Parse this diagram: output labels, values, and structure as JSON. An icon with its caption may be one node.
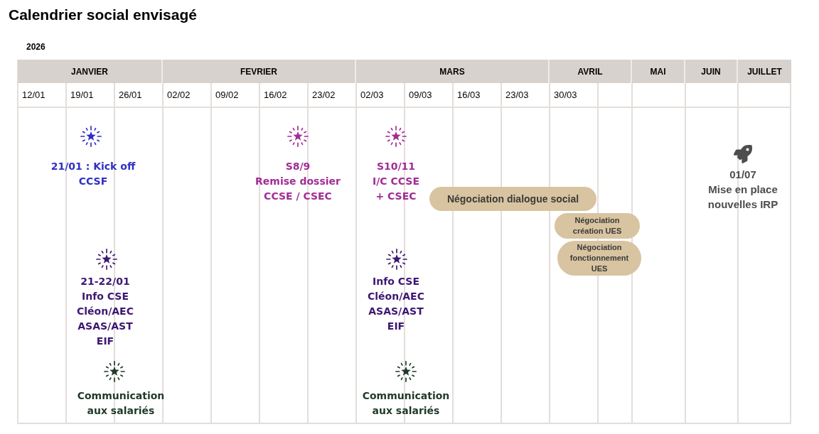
{
  "diagram": {
    "title": "Calendrier social envisagé",
    "nodes": [
      {
        "text": [
          "Négociation dialogue social"
        ]
      },
      {
        "text": [
          "Négociation création UES"
        ]
      },
      {
        "text": [
          "Négociation fonctionnement UES"
        ]
      }
    ],
    "labels": [
      "2026",
      "JANVIER",
      "FEVRIER",
      "MARS",
      "AVRIL",
      "MAI",
      "JUIN",
      "JUILLET",
      "12/01",
      "19/01",
      "26/01",
      "02/02",
      "09/02",
      "16/02",
      "23/02",
      "02/03",
      "09/03",
      "16/03",
      "23/03",
      "30/03",
      "21/01 : Kick off CCSF",
      "S8/9 Remise dossier CCSE / CSEC",
      "S10/11 I/C CCSE + CSEC",
      "01/07 Mise en place nouvelles IRP",
      "21-22/01 Info CSE Cléon/AEC ASAS/AST EIF",
      "Info CSE Cléon/AEC ASAS/AST EIF",
      "Communication aux salariés",
      "Communication aux salariés"
    ]
  }
}
